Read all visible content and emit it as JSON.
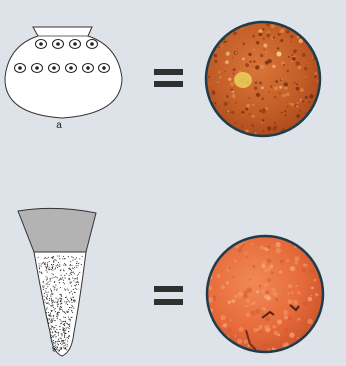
{
  "caption_a": "a",
  "colors": {
    "background": "#dde3e9",
    "equals": "#2f3030",
    "outline": "#333333",
    "lid": "#b3b3b3",
    "circle_border": "#1f3c4a",
    "clay_top": "#c8632a",
    "clay_bottom": "#e5683a"
  },
  "rows": [
    {
      "object": "pot-with-dotted-holes",
      "equals": "=",
      "sample": "clay-texture-coarse"
    },
    {
      "object": "conical-vessel-stippled",
      "equals": "=",
      "sample": "clay-texture-smooth"
    }
  ]
}
